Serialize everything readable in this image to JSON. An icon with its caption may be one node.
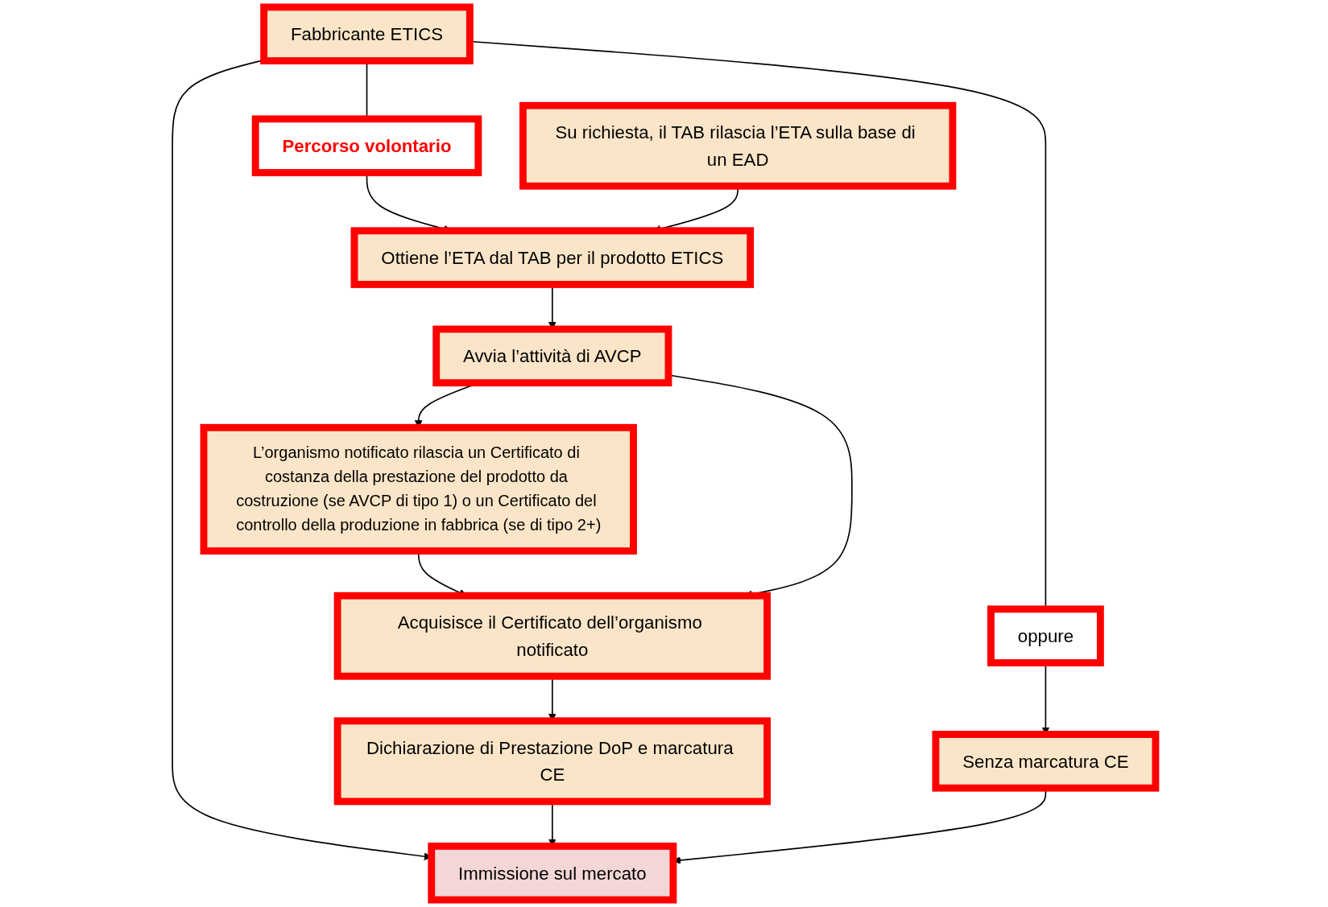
{
  "diagram": {
    "nodes": [
      {
        "text": [
          "Fabbricante ETICS"
        ]
      },
      {
        "text": [
          "oppure"
        ]
      },
      {
        "text": [
          "Percorso volontario"
        ]
      },
      {
        "text": [
          "Su richiesta, il TAB rilascia l’ETA sulla base di un EAD"
        ]
      },
      {
        "text": [
          "Ottiene l’ETA dal TAB per il prodotto ETICS"
        ]
      },
      {
        "text": [
          "Senza marcatura CE"
        ]
      },
      {
        "text": [
          "Avvia l’attività di AVCP"
        ]
      },
      {
        "text": [
          "L’organismo notificato rilascia un Certificato di costanza della prestazione del prodotto da costruzione (se AVCP di tipo 1) o un Certificato del controllo della produzione in fabbrica (se di tipo 2+)"
        ]
      },
      {
        "text": [
          "Acquisisce il Certificato dell’organismo notificato"
        ]
      },
      {
        "text": [
          "Dichiarazione di Prestazione DoP e marcatura CE"
        ]
      },
      {
        "text": [
          "Immissione sul mercato"
        ]
      }
    ],
    "edges": [
      {
        "from": 0,
        "to": 2,
        "arrow": "none"
      },
      {
        "from": 2,
        "to": 4,
        "arrow": "to"
      },
      {
        "from": 0,
        "to": 1,
        "arrow": "none"
      },
      {
        "from": 1,
        "to": 5,
        "arrow": "to"
      },
      {
        "from": 0,
        "to": 10,
        "arrow": "to"
      },
      {
        "from": 3,
        "to": 4,
        "arrow": "to"
      },
      {
        "from": 4,
        "to": 6,
        "arrow": "to"
      },
      {
        "from": 6,
        "to": 7,
        "arrow": "to"
      },
      {
        "from": 7,
        "to": 8,
        "arrow": "to"
      },
      {
        "from": 6,
        "to": 8,
        "arrow": "to"
      },
      {
        "from": 8,
        "to": 9,
        "arrow": "to"
      },
      {
        "from": 9,
        "to": 10,
        "arrow": "to"
      },
      {
        "from": 5,
        "to": 10,
        "arrow": "to"
      }
    ]
  }
}
